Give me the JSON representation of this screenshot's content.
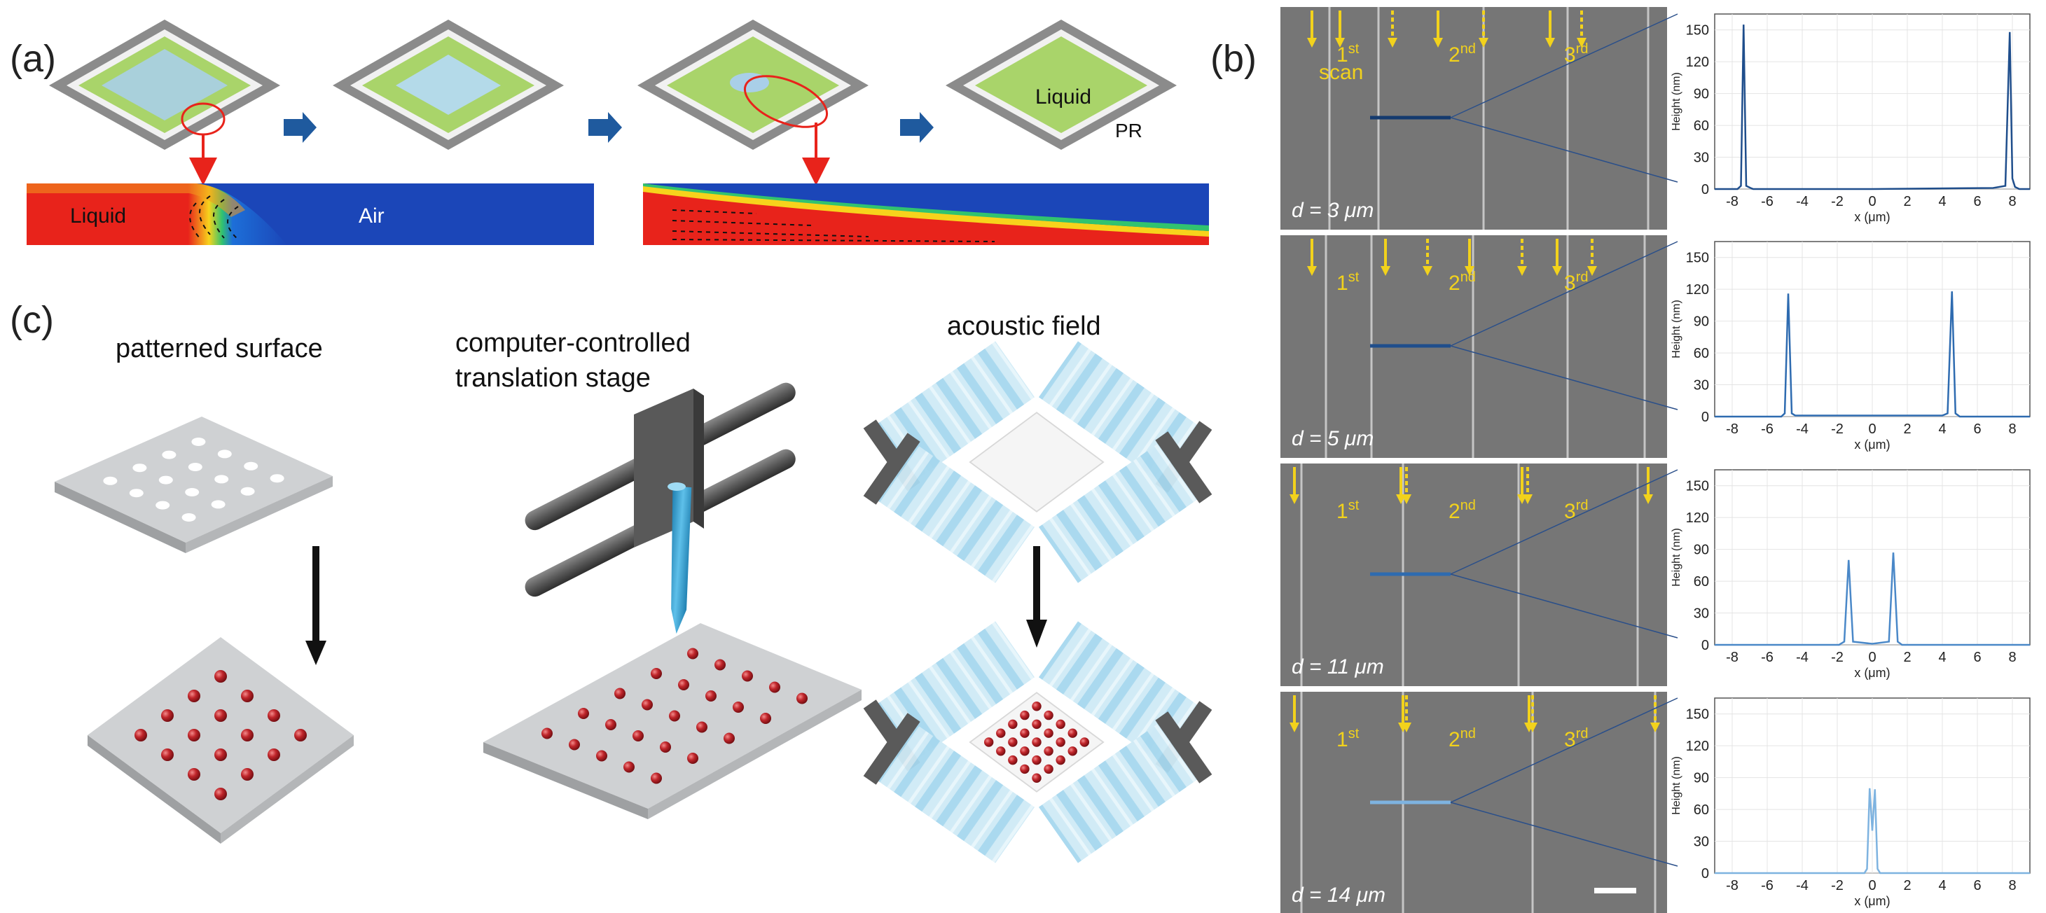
{
  "panel_a": {
    "label": "(a)",
    "liquid_label": "Liquid",
    "pr_label": "PR",
    "cross_liquid": "Liquid",
    "cross_air": "Air"
  },
  "panel_b": {
    "label": "(b)",
    "scan_word": "scan",
    "ord_1": "1",
    "ord_1_sup": "st",
    "ord_2": "2",
    "ord_2_sup": "nd",
    "ord_3": "3",
    "ord_3_sup": "rd",
    "sem_labels": [
      "d = 3 μm",
      "d = 5 μm",
      "d = 11 μm",
      "d = 14 μm"
    ],
    "plot_ylabel": "Height (nm)",
    "plot_xlabel": "x (μm)",
    "colors": {
      "arrow": "#f2d21c",
      "sem_bg": "#767676",
      "line_dark": "#1f4e8c",
      "line_light": "#7eb3e0"
    }
  },
  "panel_c": {
    "label": "(c)",
    "title_1": "patterned surface",
    "title_2a": "computer-controlled",
    "title_2b": "translation stage",
    "title_3": "acoustic field",
    "colors": {
      "plate": "#c9cbcd",
      "droplet": "#c0262b",
      "wave": "#bfe3f2",
      "pen": "#3aa3d4"
    }
  },
  "chart_data": [
    {
      "type": "line",
      "title": "",
      "xlabel": "x (μm)",
      "ylabel": "Height (nm)",
      "xlim": [
        -9,
        9
      ],
      "ylim": [
        0,
        165
      ],
      "xticks": [
        -8,
        -6,
        -4,
        -2,
        0,
        2,
        4,
        6,
        8
      ],
      "yticks": [
        0,
        30,
        60,
        90,
        120,
        150
      ],
      "x": [
        -9,
        -7.7,
        -7.5,
        -7.35,
        -7.2,
        -6.95,
        -6.8,
        0,
        6.9,
        7.6,
        7.85,
        8.0,
        8.15,
        8.4,
        9
      ],
      "y": [
        0,
        0,
        3,
        155,
        3,
        1,
        0,
        0,
        1,
        3,
        148,
        10,
        2,
        0,
        0
      ],
      "color": "#1f4e8c"
    },
    {
      "type": "line",
      "title": "",
      "xlabel": "x (μm)",
      "ylabel": "Height (nm)",
      "xlim": [
        -9,
        9
      ],
      "ylim": [
        0,
        165
      ],
      "xticks": [
        -8,
        -6,
        -4,
        -2,
        0,
        2,
        4,
        6,
        8
      ],
      "yticks": [
        0,
        30,
        60,
        90,
        120,
        150
      ],
      "x": [
        -9,
        -5.2,
        -5.0,
        -4.8,
        -4.6,
        -4.4,
        0,
        4.0,
        4.3,
        4.55,
        4.75,
        5.0,
        9
      ],
      "y": [
        0,
        0,
        3,
        116,
        3,
        1,
        1,
        1,
        3,
        118,
        3,
        0,
        0
      ],
      "color": "#2e6bb0"
    },
    {
      "type": "line",
      "title": "",
      "xlabel": "x (μm)",
      "ylabel": "Height (nm)",
      "xlim": [
        -9,
        9
      ],
      "ylim": [
        0,
        165
      ],
      "xticks": [
        -8,
        -6,
        -4,
        -2,
        0,
        2,
        4,
        6,
        8
      ],
      "yticks": [
        0,
        30,
        60,
        90,
        120,
        150
      ],
      "x": [
        -9,
        -1.9,
        -1.6,
        -1.35,
        -1.1,
        0,
        0.95,
        1.2,
        1.45,
        1.7,
        9
      ],
      "y": [
        0,
        0,
        3,
        80,
        3,
        1,
        3,
        87,
        3,
        0,
        0
      ],
      "color": "#4a88c8"
    },
    {
      "type": "line",
      "title": "",
      "xlabel": "x (μm)",
      "ylabel": "Height (nm)",
      "xlim": [
        -9,
        9
      ],
      "ylim": [
        0,
        165
      ],
      "xticks": [
        -8,
        -6,
        -4,
        -2,
        0,
        2,
        4,
        6,
        8
      ],
      "yticks": [
        0,
        30,
        60,
        90,
        120,
        150
      ],
      "x": [
        -9,
        -0.45,
        -0.3,
        -0.15,
        0,
        0.15,
        0.3,
        0.45,
        9
      ],
      "y": [
        0,
        0,
        4,
        80,
        40,
        79,
        4,
        0,
        0
      ],
      "color": "#7eb3e0"
    }
  ]
}
